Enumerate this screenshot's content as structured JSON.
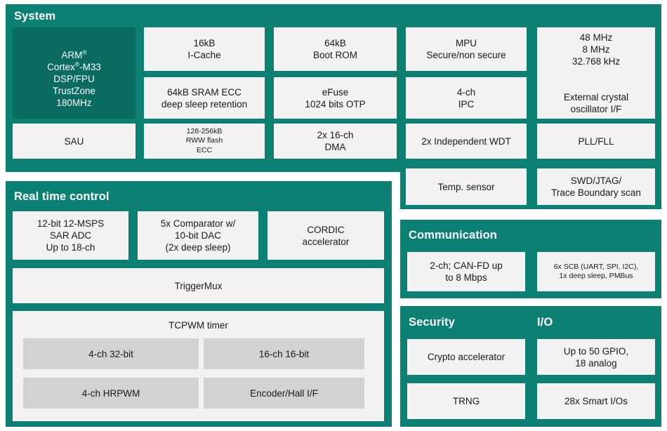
{
  "colors": {
    "panel_teal": "#0d8074",
    "cell_light": "#f2f2f2",
    "cell_grey": "#d2d2d2",
    "cpu_dark_teal": "#0a6b61",
    "page_bg": "#ffffff",
    "text_dark": "#1a1a1a",
    "text_light": "#ffffff"
  },
  "panels": {
    "system": {
      "title": "System",
      "cells": {
        "cpu": "ARM®\nCortex®-M33\nDSP/FPU\nTrustZone\n180MHz",
        "icache": "16kB\nI-Cache",
        "bootrom": "64kB\nBoot ROM",
        "mpu": "MPU\nSecure/non secure",
        "clocks": "48 MHz\n8 MHz\n32.768 kHz\n\nExternal crystal\noscillator I/F",
        "sram": "64kB SRAM ECC\ndeep sleep retention",
        "efuse": "eFuse\n1024 bits OTP",
        "ipc": "4-ch\nIPC",
        "sau": "SAU",
        "flash": "128-256kB\nRWW flash\nECC",
        "dma": "2x 16-ch\nDMA",
        "wdt": "2x Independent WDT",
        "pll": "PLL/FLL",
        "temp": "Temp. sensor",
        "swd": "SWD/JTAG/\nTrace Boundary scan"
      }
    },
    "real_time_control": {
      "title": "Real time control",
      "cells": {
        "adc": "12-bit 12-MSPS\nSAR ADC\nUp to 18-ch",
        "comparator": "5x Comparator w/\n10-bit DAC\n(2x deep sleep)",
        "cordic": "CORDIC\naccelerator",
        "triggermux": "TriggerMux",
        "tcpwm_title": "TCPWM timer",
        "tcpwm_cells": [
          "4-ch 32-bit",
          "16-ch 16-bit",
          "4-ch HRPWM",
          "Encoder/Hall I/F"
        ]
      }
    },
    "communication": {
      "title": "Communication",
      "cells": {
        "canfd": "2-ch; CAN-FD up\nto 8 Mbps",
        "scb": "6x SCB (UART, SPI, I2C),\n1x deep sleep, PMBus"
      }
    },
    "security": {
      "title": "Security",
      "cells": {
        "crypto": "Crypto accelerator",
        "trng": "TRNG"
      }
    },
    "io": {
      "title": "I/O",
      "cells": {
        "gpio": "Up to 50 GPIO,\n18 analog",
        "smart_io": "28x Smart I/Os"
      }
    }
  }
}
